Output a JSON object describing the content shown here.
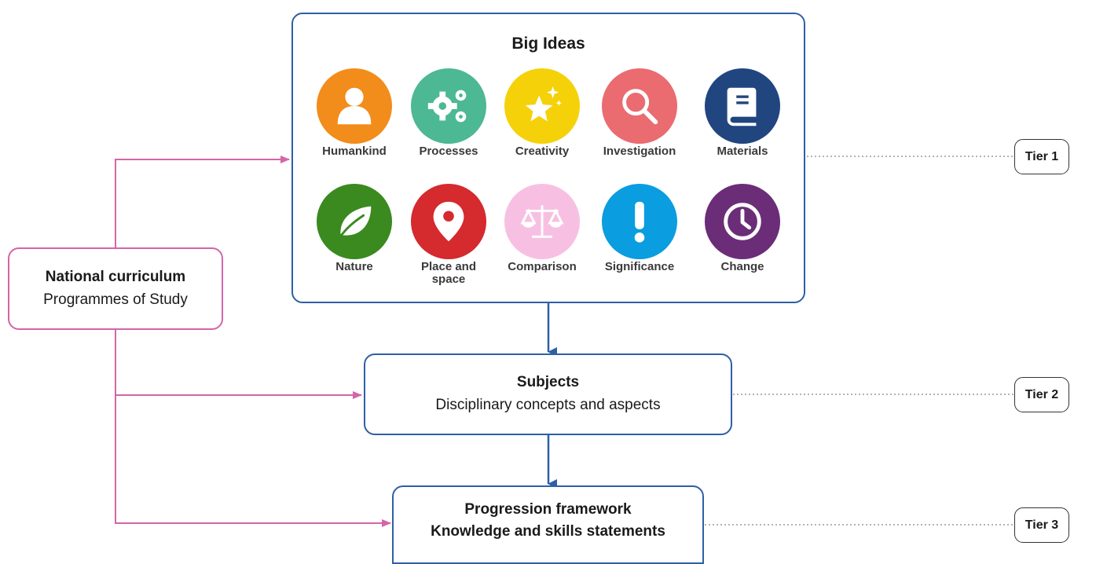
{
  "national_curriculum": {
    "title": "National curriculum",
    "subtitle": "Programmes of Study"
  },
  "big_ideas": {
    "title": "Big Ideas",
    "items": [
      {
        "label": "Humankind",
        "color": "#f28c1b",
        "icon": "person-icon"
      },
      {
        "label": "Processes",
        "color": "#4db894",
        "icon": "gears-icon"
      },
      {
        "label": "Creativity",
        "color": "#f5d10a",
        "icon": "star-sparkle-icon"
      },
      {
        "label": "Investigation",
        "color": "#ea6b70",
        "icon": "magnifier-icon"
      },
      {
        "label": "Materials",
        "color": "#21457f",
        "icon": "book-icon"
      },
      {
        "label": "Nature",
        "color": "#3a8a1f",
        "icon": "leaf-icon"
      },
      {
        "label": "Place and space",
        "color": "#d52a2e",
        "icon": "map-pin-icon"
      },
      {
        "label": "Comparison",
        "color": "#f7c0e2",
        "icon": "scales-icon"
      },
      {
        "label": "Significance",
        "color": "#0a9de0",
        "icon": "exclamation-icon"
      },
      {
        "label": "Change",
        "color": "#6b2d78",
        "icon": "clock-icon"
      }
    ]
  },
  "subjects": {
    "title": "Subjects",
    "subtitle": "Disciplinary concepts and aspects"
  },
  "progression": {
    "title": "Progression framework",
    "subtitle": "Knowledge and skills statements"
  },
  "tiers": [
    "Tier 1",
    "Tier 2",
    "Tier 3"
  ],
  "colors": {
    "blue": "#2f5fa6",
    "pink": "#d465a7",
    "dotted": "#9a9a9a"
  }
}
